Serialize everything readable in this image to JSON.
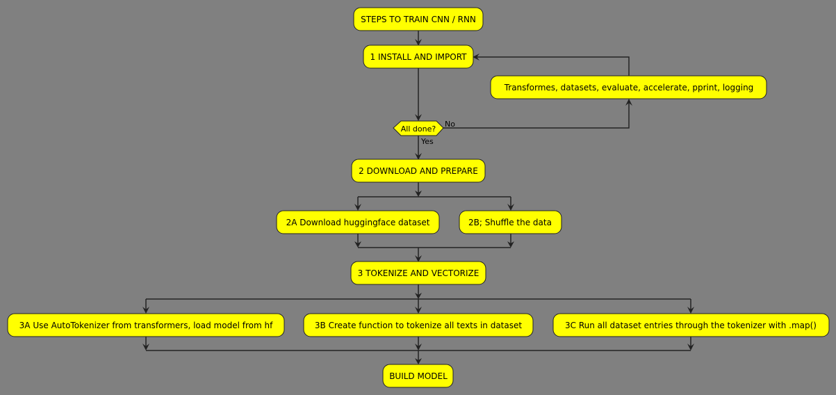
{
  "diagram": {
    "colors": {
      "background": "#808080",
      "node_fill": "#FFFF00",
      "stroke": "#222222",
      "text": "#000000"
    },
    "nodes": {
      "start": "STEPS TO TRAIN CNN / RNN",
      "install": "1 INSTALL AND IMPORT",
      "libraries": "Transformes, datasets, evaluate, accelerate, pprint, logging",
      "decision": "All done?",
      "download": "2 DOWNLOAD AND PREPARE",
      "download_a": "2A Download huggingface dataset",
      "download_b": "2B; Shuffle the data",
      "tokenize": "3 TOKENIZE AND VECTORIZE",
      "tokenize_a": "3A Use AutoTokenizer from transformers, load model from hf",
      "tokenize_b": "3B Create function to tokenize all texts in dataset",
      "tokenize_c": "3C Run all dataset entries through the tokenizer with .map()",
      "build": "BUILD MODEL"
    },
    "labels": {
      "no": "No",
      "yes": "Yes"
    }
  }
}
